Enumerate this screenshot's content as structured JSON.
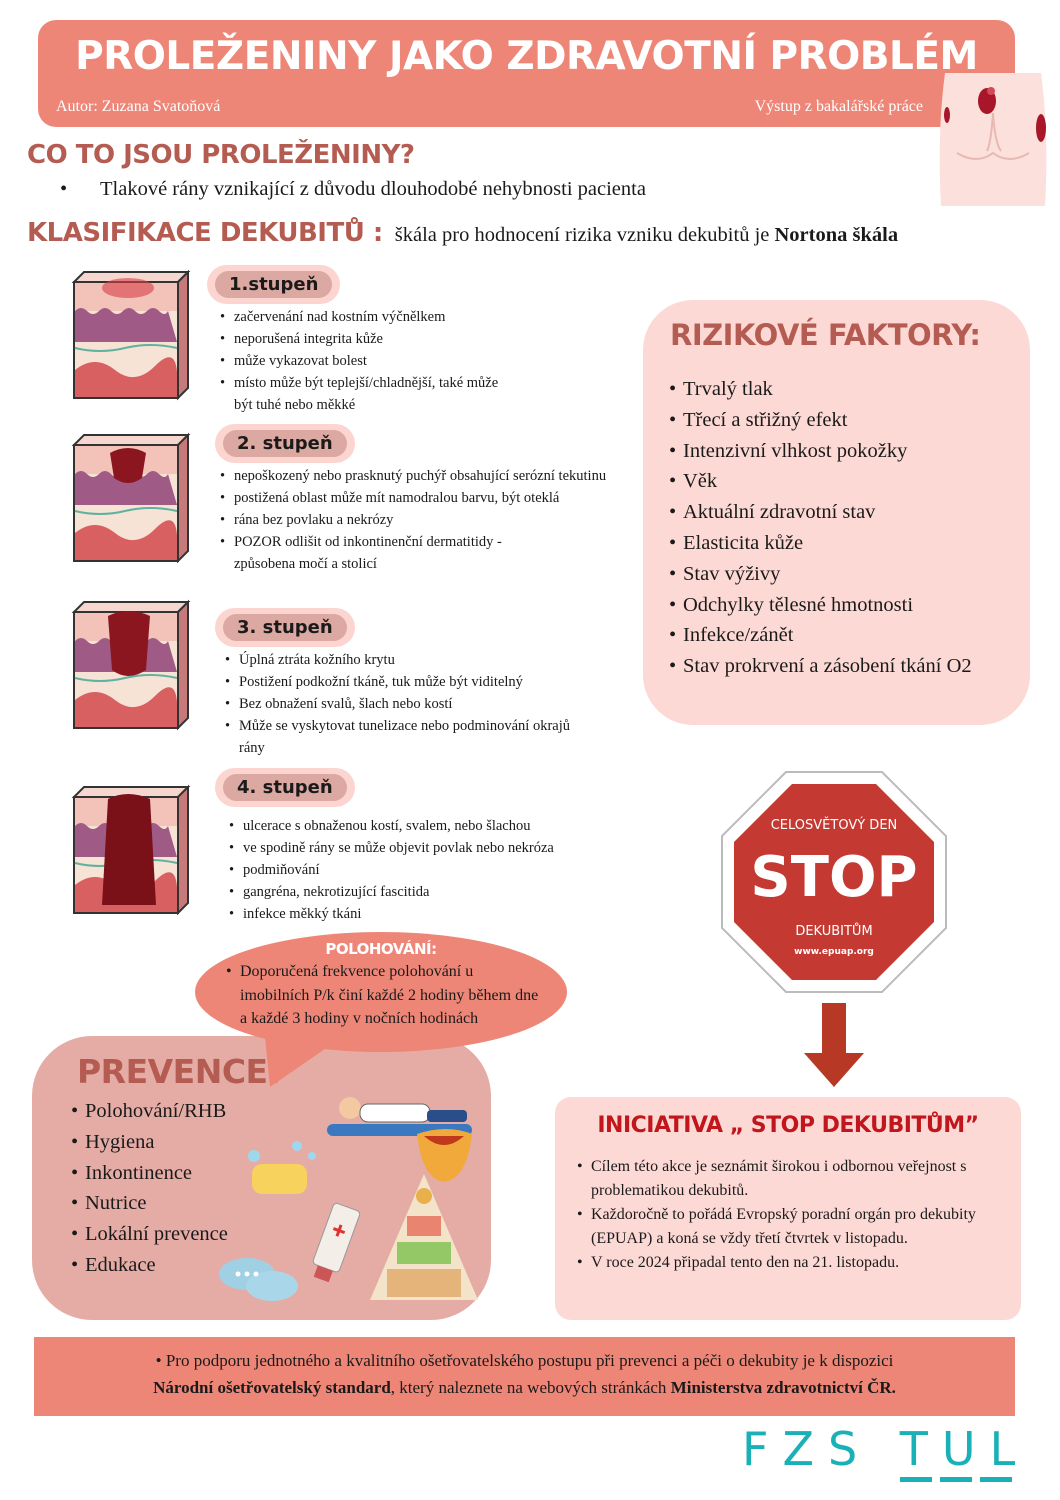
{
  "header": {
    "title": "Proleženiny jako zdravotní problém",
    "author": "Autor: Zuzana Svatoňová",
    "subtitle": "Výstup z bakalářské práce"
  },
  "what": {
    "heading": "Co to jsou proleženiny?",
    "text": "Tlakové rány vznikající z důvodu dlouhodobé nehybnosti pacienta"
  },
  "classification": {
    "heading": "Klasifikace dekubitů :",
    "text": "škála pro hodnocení rizika vzniku dekubitů je ",
    "bold": "Nortona škála"
  },
  "grades": [
    {
      "label": "1.stupeň",
      "items": [
        "začervenání nad kostním výčnělkem",
        "neporušená integrita kůže",
        "může vykazovat bolest",
        "místo může být teplejší/chladnější, také může být tuhé nebo měkké"
      ]
    },
    {
      "label": "2. stupeň",
      "items": [
        "nepoškozený nebo prasknutý puchýř obsahující serózní tekutinu",
        "postižená oblast může mít namodralou barvu, být oteklá",
        "rána bez povlaku a nekrózy",
        "POZOR odlišit od inkontinenční dermatitidy - způsobena močí a stolicí"
      ]
    },
    {
      "label": "3. stupeň",
      "items": [
        "Úplná ztráta kožního krytu",
        "Postižení podkožní tkáně, tuk může být viditelný",
        "Bez obnažení svalů, šlach nebo kostí",
        "Může se vyskytovat tunelizace nebo podminování okrajů rány"
      ]
    },
    {
      "label": "4. stupeň",
      "items": [
        "ulcerace s obnaženou kostí, svalem, nebo šlachou",
        "ve spodině rány se může objevit povlak nebo nekróza",
        "podmiňování",
        "gangréna, nekrotizující fascitida",
        "infekce měkký tkáni"
      ]
    }
  ],
  "risk": {
    "heading": "Rizikové faktory:",
    "items": [
      "Trvalý tlak",
      "Třecí a střižný efekt",
      "Intenzivní vlhkost pokožky",
      "Věk",
      "Aktuální zdravotní stav",
      "Elasticita kůže",
      "Stav výživy",
      "Odchylky tělesné hmotnosti",
      "Infekce/zánět",
      "Stav prokrvení a zásobení tkání O2"
    ]
  },
  "stop_sign": {
    "top": "CELOSVĚTOVÝ DEN",
    "main": "STOP",
    "bottom": "DEKUBITŮM",
    "url": "www.epuap.org"
  },
  "initiative": {
    "heading": "Iniciativa „ Stop dekubitům”",
    "items": [
      "Cílem této akce je seznámit širokou i odbornou veřejnost s problematikou dekubitů.",
      "Každoročně to pořádá Evropský poradní orgán pro dekubity (EPUAP) a koná se vždy třetí čtvrtek v listopadu.",
      "V roce 2024 připadal tento den na 21. listopadu."
    ]
  },
  "positioning": {
    "heading": "Polohování:",
    "text": "Doporučená frekvence polohování u imobilních P/k činí každé 2 hodiny během dne a každé 3 hodiny v nočních hodinách"
  },
  "prevention": {
    "heading": "Prevence:",
    "items": [
      "Polohování/RHB",
      "Hygiena",
      "Inkontinence",
      "Nutrice",
      "Lokální prevence",
      "Edukace"
    ]
  },
  "footer": {
    "text1": "Pro podporu jednotného a kvalitního ošetřovatelského postupu při prevenci a péči o dekubity je k dispozici",
    "bold1": "Národní ošetřovatelský standard",
    "text2": ", který naleznete na webových stránkách ",
    "bold2": "Ministerstva zdravotnictví ČR."
  },
  "logo": {
    "left": "FZS",
    "right": "TUL"
  },
  "colors": {
    "header": "#ee8677",
    "heading": "#b55c52",
    "panel": "#fdd9d5",
    "accent_red": "#c0161c",
    "logo": "#1ab0b8"
  }
}
